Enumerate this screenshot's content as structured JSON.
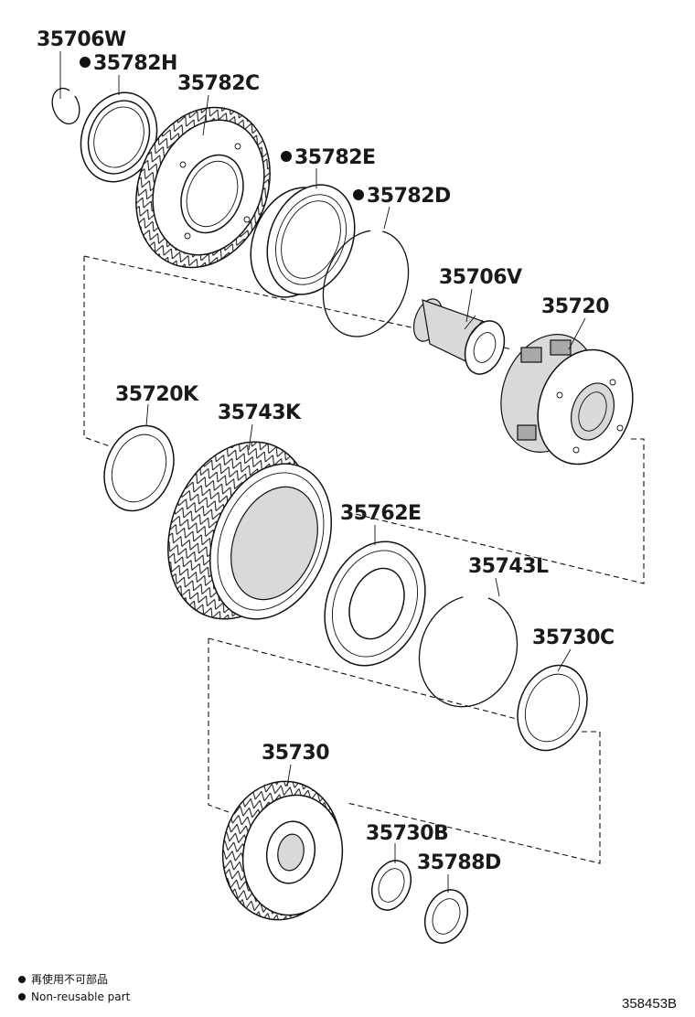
{
  "diagram": {
    "parts": [
      {
        "id": "p1",
        "label": "35706W",
        "nonreusable": false
      },
      {
        "id": "p2",
        "label": "35782H",
        "nonreusable": true
      },
      {
        "id": "p3",
        "label": "35782C",
        "nonreusable": false
      },
      {
        "id": "p4",
        "label": "35782E",
        "nonreusable": true
      },
      {
        "id": "p5",
        "label": "35782D",
        "nonreusable": true
      },
      {
        "id": "p6",
        "label": "35706V",
        "nonreusable": false
      },
      {
        "id": "p7",
        "label": "35720",
        "nonreusable": false
      },
      {
        "id": "p8",
        "label": "35720K",
        "nonreusable": false
      },
      {
        "id": "p9",
        "label": "35743K",
        "nonreusable": false
      },
      {
        "id": "p10",
        "label": "35762E",
        "nonreusable": false
      },
      {
        "id": "p11",
        "label": "35743L",
        "nonreusable": false
      },
      {
        "id": "p12",
        "label": "35730C",
        "nonreusable": false
      },
      {
        "id": "p13",
        "label": "35730",
        "nonreusable": false
      },
      {
        "id": "p14",
        "label": "35730B",
        "nonreusable": false
      },
      {
        "id": "p15",
        "label": "35788D",
        "nonreusable": false
      }
    ],
    "legend": {
      "line1": "再使用不可部品",
      "line2": "Non-reusable part"
    },
    "reference": "358453B"
  }
}
